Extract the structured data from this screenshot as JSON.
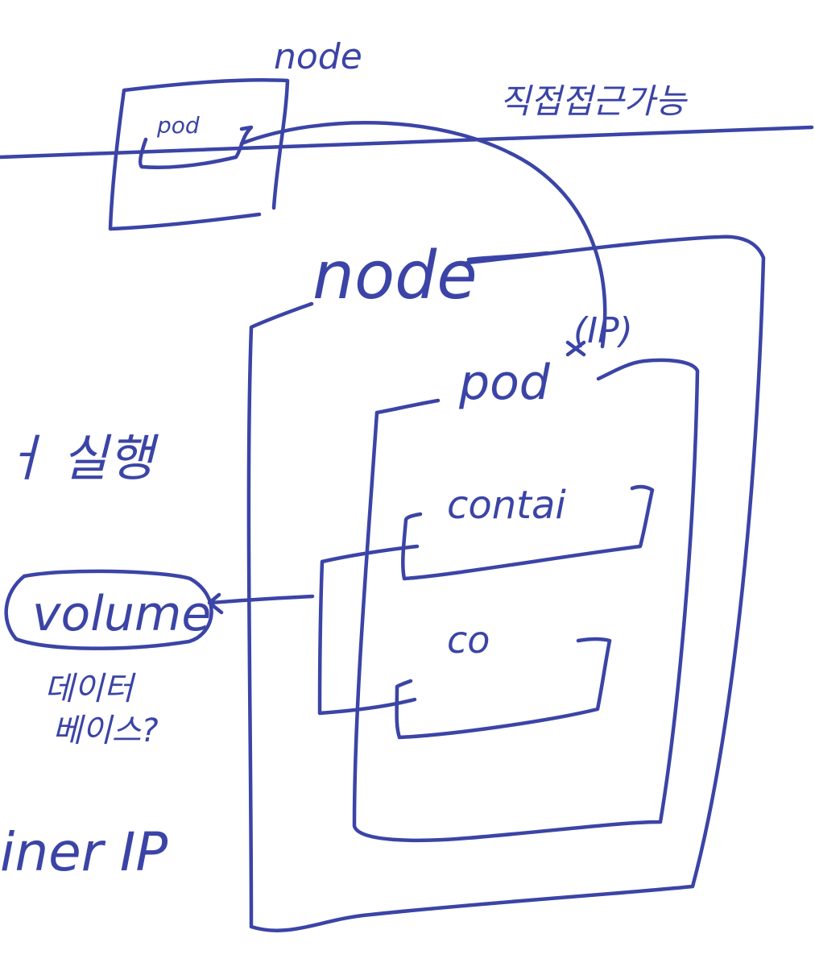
{
  "ink_color": "#3b44a6",
  "labels": {
    "small_node": "node",
    "small_pod": "pod",
    "direct_access": "직접접근가능",
    "big_node": "node",
    "ip": "(IP)",
    "pod": "pod",
    "container_1": "contai",
    "container_2": "co",
    "volume": "volume",
    "database_q": "데이터\n베이스?",
    "partial_korean": "ㅓ 실행",
    "container_ip": "iner IP"
  }
}
